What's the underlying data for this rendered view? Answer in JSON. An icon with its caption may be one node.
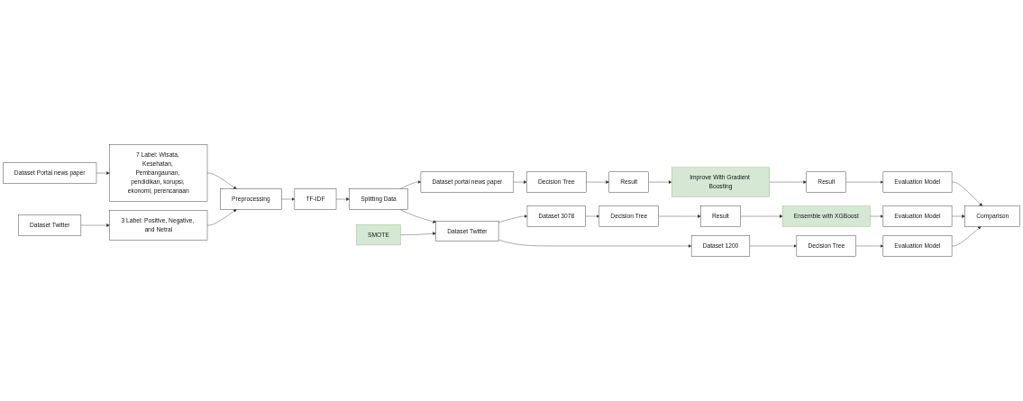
{
  "diagram": {
    "nodes": [
      {
        "text": [
          "Dataset Portal news paper"
        ]
      },
      {
        "text": [
          "7 Label: Wisata, Kesehatan, Pembangaunan, pendidikan, korupsi, ekonomi, perencanaan"
        ]
      },
      {
        "text": [
          "Dataset Twitter"
        ]
      },
      {
        "text": [
          "3 Label: Positive, Negative, and Netral"
        ]
      },
      {
        "text": [
          "Preprocessing"
        ]
      },
      {
        "text": [
          "TF-IDF"
        ]
      },
      {
        "text": [
          "Splitting Data"
        ]
      },
      {
        "text": [
          "Dataset portal news paper"
        ]
      },
      {
        "text": [
          "Decision Tree"
        ]
      },
      {
        "text": [
          "Result"
        ]
      },
      {
        "text": [
          "Improve With Gradient Boosting"
        ]
      },
      {
        "text": [
          "Result"
        ]
      },
      {
        "text": [
          "Evaluation Model"
        ]
      },
      {
        "text": [
          "SMOTE"
        ]
      },
      {
        "text": [
          "Evaluation Model"
        ]
      },
      {
        "text": [
          "Comparison"
        ]
      },
      {
        "text": [
          "Dataset Twitter"
        ]
      },
      {
        "text": [
          "Dataset 1200"
        ]
      },
      {
        "text": [
          "Dataset 3078"
        ]
      },
      {
        "text": [
          "Ensemble with XGBoost"
        ]
      },
      {
        "text": [
          "Decision Tree"
        ]
      },
      {
        "text": [
          "Decision Tree"
        ]
      },
      {
        "text": [
          "Result"
        ]
      },
      {
        "text": [
          "Evaluation Model"
        ]
      }
    ],
    "edges": [
      {
        "from": 0,
        "to": 1,
        "arrow": "to"
      },
      {
        "from": 2,
        "to": 3,
        "arrow": "to"
      },
      {
        "from": 1,
        "to": 4,
        "arrow": "to"
      },
      {
        "from": 3,
        "to": 4,
        "arrow": "to"
      },
      {
        "from": 4,
        "to": 5,
        "arrow": "to"
      },
      {
        "from": 5,
        "to": 6,
        "arrow": "to"
      },
      {
        "from": 6,
        "to": 7,
        "arrow": "to"
      },
      {
        "from": 7,
        "to": 8,
        "arrow": "to"
      },
      {
        "from": 8,
        "to": 9,
        "arrow": "to"
      },
      {
        "from": 9,
        "to": 10,
        "arrow": "to"
      },
      {
        "from": 10,
        "to": 11,
        "arrow": "to"
      },
      {
        "from": 11,
        "to": 12,
        "arrow": "to"
      },
      {
        "from": 12,
        "to": 15,
        "arrow": "to"
      },
      {
        "from": 6,
        "to": 16,
        "arrow": "to"
      },
      {
        "from": 13,
        "to": 16,
        "arrow": "to"
      },
      {
        "from": 14,
        "to": 15,
        "arrow": "to"
      },
      {
        "from": 16,
        "to": 17,
        "arrow": "to"
      },
      {
        "from": 16,
        "to": 18,
        "arrow": "to"
      },
      {
        "from": 17,
        "to": 20,
        "arrow": "to"
      },
      {
        "from": 18,
        "to": 21,
        "arrow": "to"
      },
      {
        "from": 21,
        "to": 22,
        "arrow": "to"
      },
      {
        "from": 22,
        "to": 19,
        "arrow": "to"
      },
      {
        "from": 19,
        "to": 14,
        "arrow": "to"
      },
      {
        "from": 20,
        "to": 23,
        "arrow": "to"
      },
      {
        "from": 23,
        "to": 15,
        "arrow": "to"
      }
    ]
  }
}
